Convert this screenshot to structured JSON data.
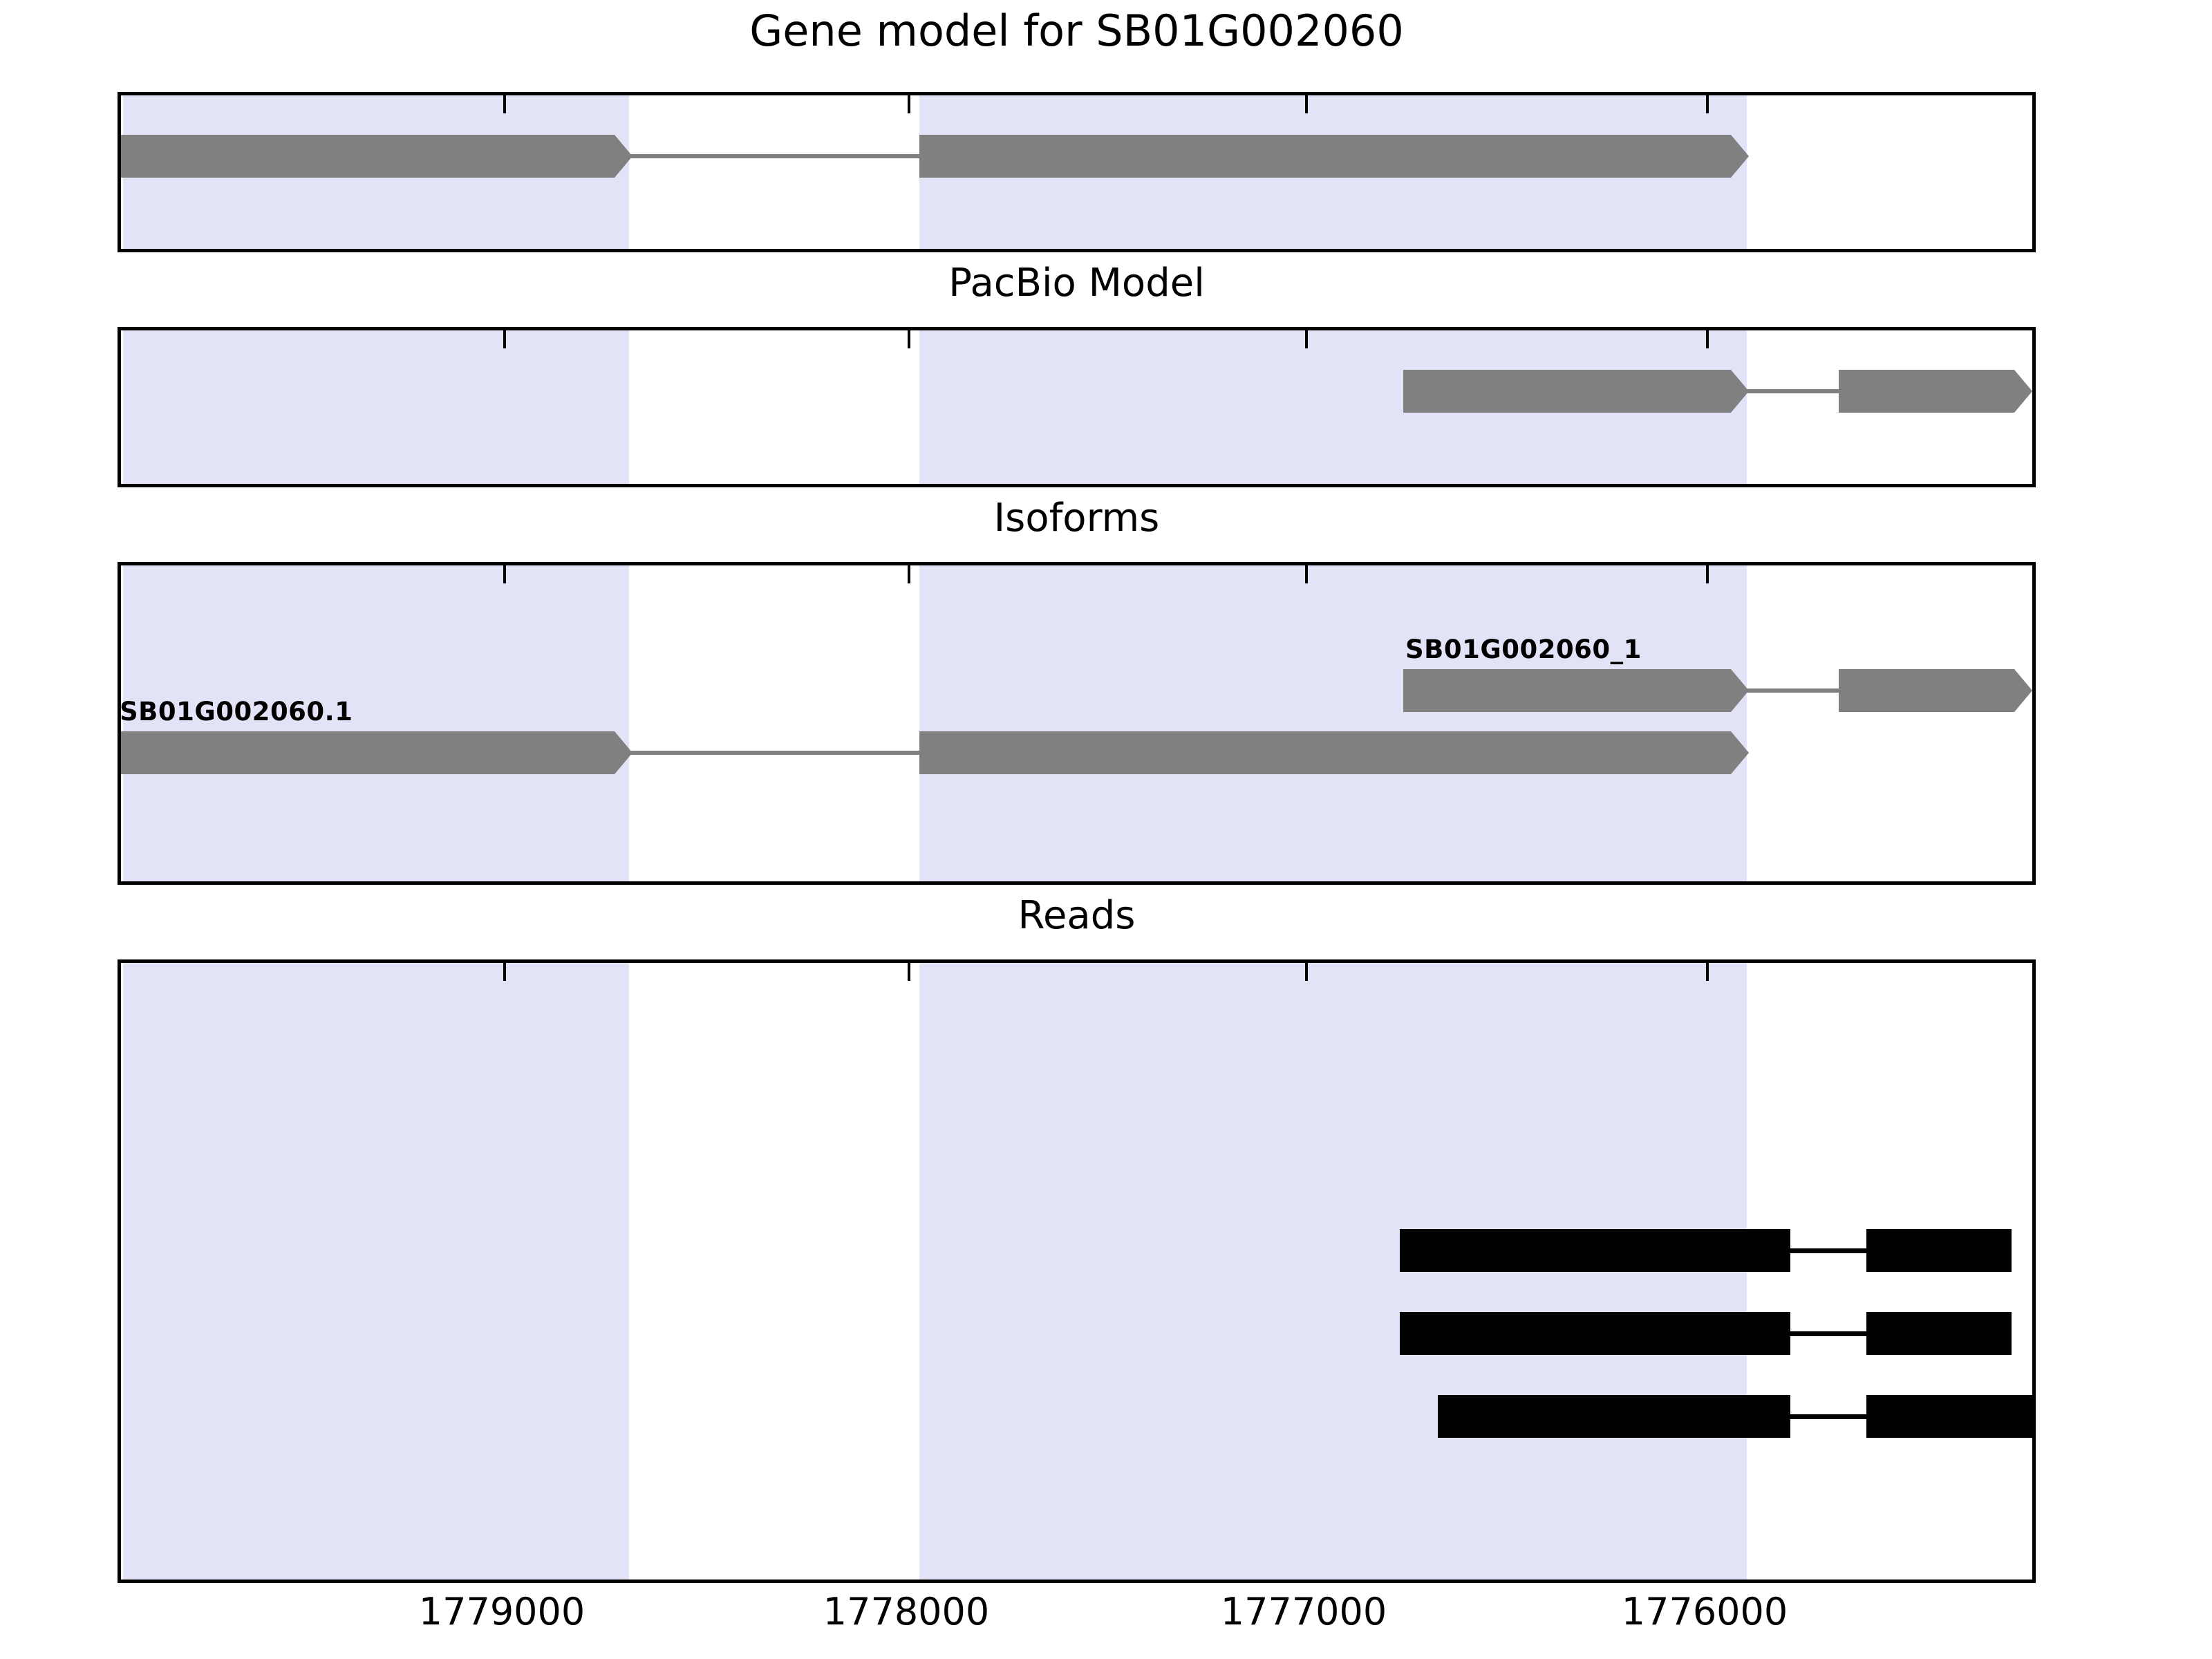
{
  "figure": {
    "title": "Gene model for SB01G002060",
    "colors": {
      "exon_gray": "#808080",
      "read_black": "#000000",
      "shaded_region": "#e3e3f8",
      "axes_border": "#000000",
      "background": "#ffffff"
    }
  },
  "panels": [
    {
      "key": "gene",
      "title": "Gene model for SB01G002060"
    },
    {
      "key": "pacbio",
      "title": "PacBio Model"
    },
    {
      "key": "isoform",
      "title": "Isoforms"
    },
    {
      "key": "reads",
      "title": "Reads"
    }
  ],
  "labels": {
    "isoform_top": "SB01G002060_1",
    "isoform_bottom": "SB01G002060.1"
  },
  "axis": {
    "orientation": "descending",
    "ticks": [
      {
        "label": "1779000",
        "value": 1779000
      },
      {
        "label": "1778000",
        "value": 1778000
      },
      {
        "label": "1777000",
        "value": 1777000
      },
      {
        "label": "1776000",
        "value": 1776000
      }
    ]
  },
  "chart_data": {
    "type": "genome-track",
    "title": "Gene model for SB01G002060",
    "xlabel": "",
    "ylabel": "",
    "xlim": [
      1779250,
      1775500
    ],
    "x_direction": "reverse",
    "tick_labels": [
      "1779000",
      "1778000",
      "1777000",
      "1776000"
    ],
    "shaded_regions": [
      {
        "start": 1779240,
        "end": 1778265
      },
      {
        "start": 1777700,
        "end": 1776080
      }
    ],
    "tracks": [
      {
        "name": "Gene model",
        "panel": "gene",
        "features": [
          {
            "id": "SB01G002060",
            "style": "gray-arrow",
            "strand": "-",
            "exons": [
              {
                "start": 1779235,
                "end": 1778260
              },
              {
                "start": 1777700,
                "end": 1776075
              }
            ],
            "introns": [
              {
                "start": 1778260,
                "end": 1777700
              }
            ]
          }
        ]
      },
      {
        "name": "PacBio Model",
        "panel": "pacbio",
        "features": [
          {
            "id": "PacBio",
            "style": "gray-arrow",
            "strand": "-",
            "exons": [
              {
                "start": 1776630,
                "end": 1776075
              },
              {
                "start": 1775850,
                "end": 1775540
              }
            ],
            "introns": [
              {
                "start": 1776075,
                "end": 1775850
              }
            ]
          }
        ]
      },
      {
        "name": "Isoforms",
        "panel": "isoform",
        "features": [
          {
            "id": "SB01G002060_1",
            "label": "SB01G002060_1",
            "row": 0,
            "style": "gray-arrow",
            "strand": "-",
            "exons": [
              {
                "start": 1776630,
                "end": 1776075
              },
              {
                "start": 1775850,
                "end": 1775540
              }
            ],
            "introns": [
              {
                "start": 1776075,
                "end": 1775850
              }
            ]
          },
          {
            "id": "SB01G002060.1",
            "label": "SB01G002060.1",
            "row": 1,
            "style": "gray-arrow",
            "strand": "-",
            "exons": [
              {
                "start": 1779235,
                "end": 1778260
              },
              {
                "start": 1777700,
                "end": 1776075
              }
            ],
            "introns": [
              {
                "start": 1778260,
                "end": 1777700
              }
            ]
          }
        ]
      },
      {
        "name": "Reads",
        "panel": "reads",
        "features": [
          {
            "id": "read-1",
            "row": 0,
            "style": "black-box",
            "exons": [
              {
                "start": 1776635,
                "end": 1775990
              },
              {
                "start": 1775850,
                "end": 1775605
              }
            ],
            "introns": [
              {
                "start": 1775990,
                "end": 1775850
              }
            ]
          },
          {
            "id": "read-2",
            "row": 1,
            "style": "black-box",
            "exons": [
              {
                "start": 1776635,
                "end": 1775990
              },
              {
                "start": 1775850,
                "end": 1775605
              }
            ],
            "introns": [
              {
                "start": 1775990,
                "end": 1775850
              }
            ]
          },
          {
            "id": "read-3",
            "row": 2,
            "style": "black-box",
            "exons": [
              {
                "start": 1776570,
                "end": 1775990
              },
              {
                "start": 1775850,
                "end": 1775540
              }
            ],
            "introns": [
              {
                "start": 1775990,
                "end": 1775850
              }
            ]
          }
        ]
      }
    ]
  }
}
